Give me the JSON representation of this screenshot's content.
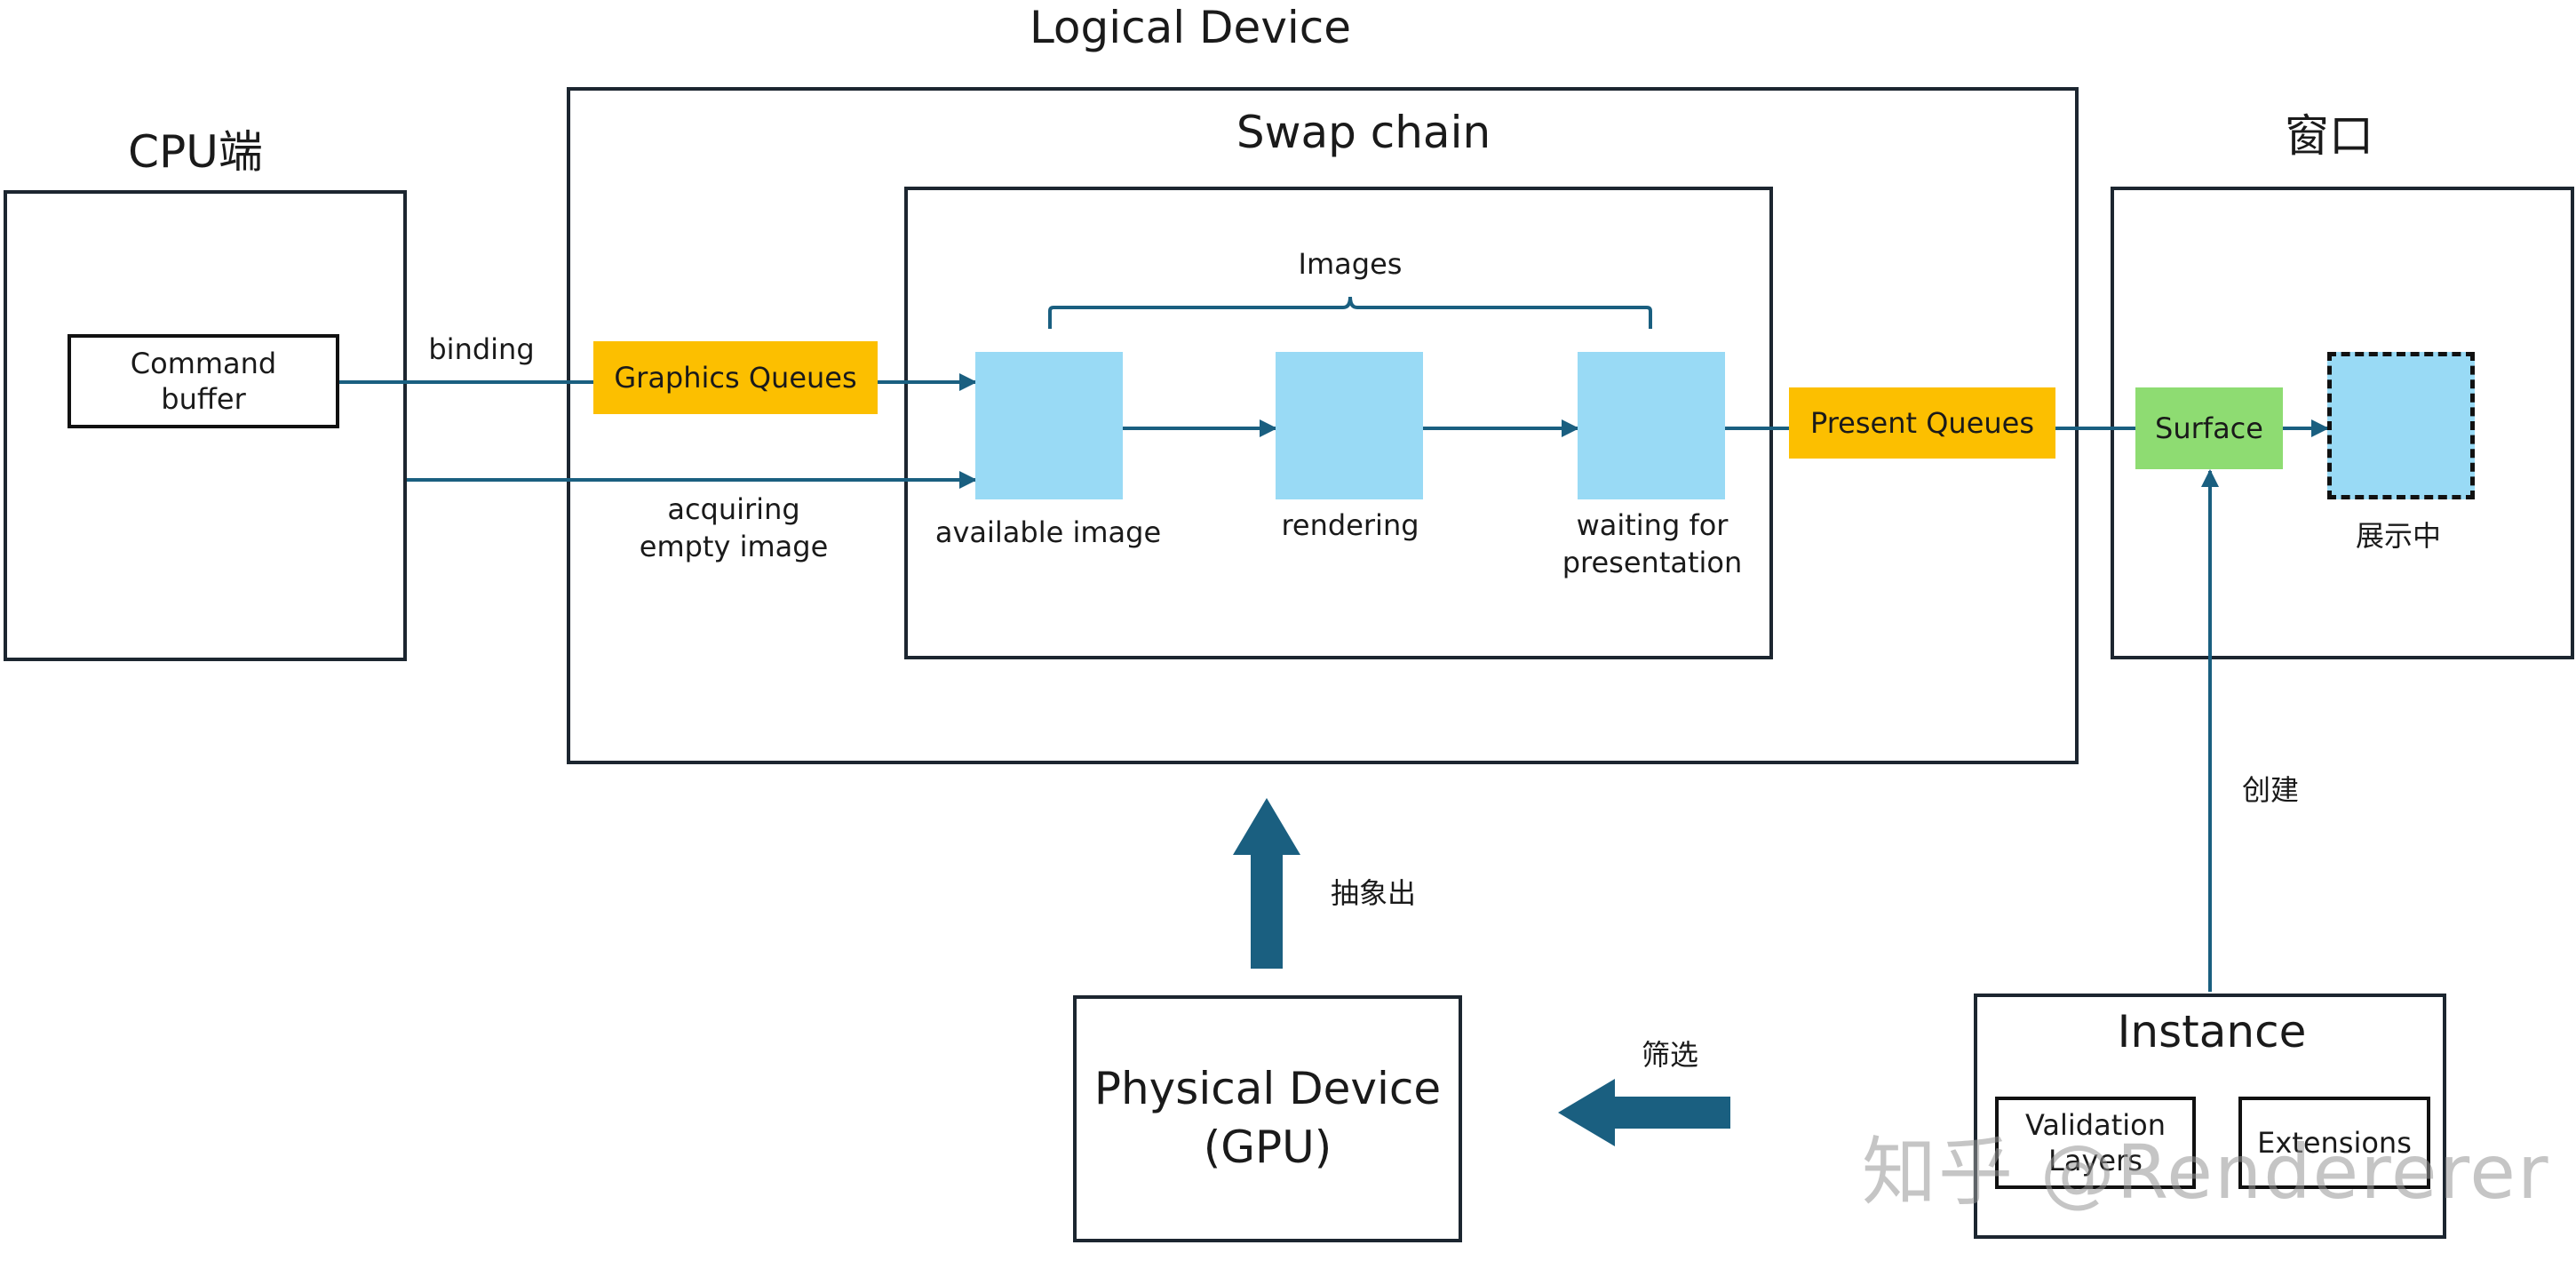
{
  "cpu": {
    "title": "CPU端",
    "command_buffer": "Command\nbuffer"
  },
  "logical_device": {
    "title": "Logical Device"
  },
  "swap_chain": {
    "title": "Swap chain",
    "images_label": "Images",
    "stages": {
      "available": "available image",
      "rendering": "rendering",
      "waiting": "waiting for\npresentation"
    }
  },
  "window": {
    "title": "窗口",
    "surface": "Surface",
    "showing": "展示中"
  },
  "queues": {
    "graphics": "Graphics Queues",
    "present": "Present Queues"
  },
  "edges": {
    "binding": "binding",
    "acquiring": "acquiring\nempty image",
    "abstract": "抽象出",
    "filter": "筛选",
    "create": "创建"
  },
  "physical_device": {
    "label": "Physical Device\n(GPU)"
  },
  "instance": {
    "title": "Instance",
    "validation": "Validation\nLayers",
    "extensions": "Extensions"
  },
  "watermark": "知乎 @Rendererer",
  "colors": {
    "line": "#1a5f80",
    "image": "#99daf5",
    "queue": "#fcbf00",
    "surface": "#8edc72",
    "border": "#1c2630"
  }
}
